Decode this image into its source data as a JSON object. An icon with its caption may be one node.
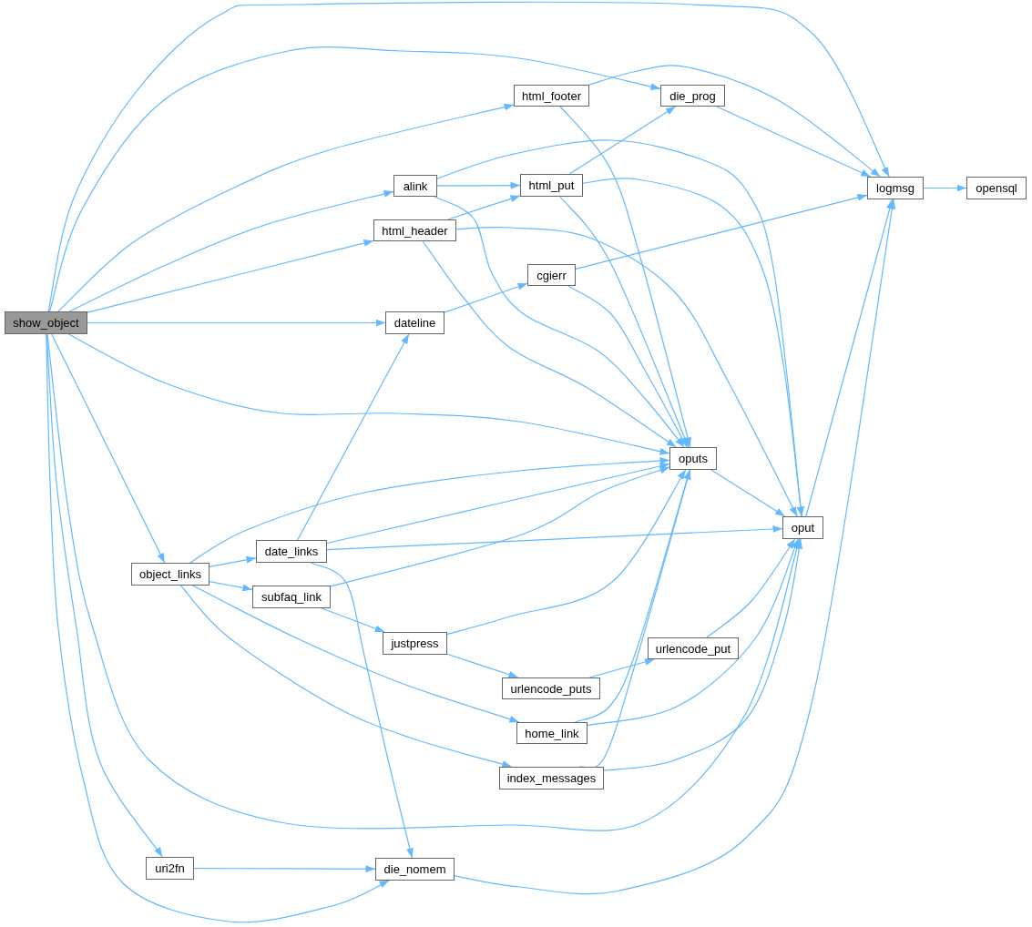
{
  "diagram": {
    "nodes": [
      {
        "text": [
          "show_object"
        ]
      },
      {
        "text": [
          "html_footer"
        ]
      },
      {
        "text": [
          "die_prog"
        ]
      },
      {
        "text": [
          "alink"
        ]
      },
      {
        "text": [
          "html_put"
        ]
      },
      {
        "text": [
          "logmsg"
        ]
      },
      {
        "text": [
          "opensql"
        ]
      },
      {
        "text": [
          "html_header"
        ]
      },
      {
        "text": [
          "cgierr"
        ]
      },
      {
        "text": [
          "dateline"
        ]
      },
      {
        "text": [
          "oputs"
        ]
      },
      {
        "text": [
          "oput"
        ]
      },
      {
        "text": [
          "date_links"
        ]
      },
      {
        "text": [
          "object_links"
        ]
      },
      {
        "text": [
          "subfaq_link"
        ]
      },
      {
        "text": [
          "justpress"
        ]
      },
      {
        "text": [
          "urlencode_put"
        ]
      },
      {
        "text": [
          "urlencode_puts"
        ]
      },
      {
        "text": [
          "home_link"
        ]
      },
      {
        "text": [
          "index_messages"
        ]
      },
      {
        "text": [
          "uri2fn"
        ]
      },
      {
        "text": [
          "die_nomem"
        ]
      }
    ],
    "edges": [
      {
        "from": 0,
        "to": 5,
        "arrow": "to"
      },
      {
        "from": 0,
        "to": 2,
        "arrow": "to"
      },
      {
        "from": 0,
        "to": 1,
        "arrow": "to"
      },
      {
        "from": 0,
        "to": 3,
        "arrow": "to"
      },
      {
        "from": 0,
        "to": 7,
        "arrow": "to"
      },
      {
        "from": 0,
        "to": 9,
        "arrow": "to"
      },
      {
        "from": 0,
        "to": 10,
        "arrow": "to"
      },
      {
        "from": 0,
        "to": 13,
        "arrow": "to"
      },
      {
        "from": 0,
        "to": 11,
        "arrow": "to"
      },
      {
        "from": 0,
        "to": 20,
        "arrow": "to"
      },
      {
        "from": 0,
        "to": 21,
        "arrow": "to"
      },
      {
        "from": 1,
        "to": 5,
        "arrow": "to"
      },
      {
        "from": 1,
        "to": 10,
        "arrow": "to"
      },
      {
        "from": 2,
        "to": 5,
        "arrow": "to"
      },
      {
        "from": 3,
        "to": 11,
        "arrow": "to"
      },
      {
        "from": 3,
        "to": 4,
        "arrow": "to"
      },
      {
        "from": 3,
        "to": 10,
        "arrow": "to"
      },
      {
        "from": 4,
        "to": 2,
        "arrow": "to"
      },
      {
        "from": 4,
        "to": 11,
        "arrow": "to"
      },
      {
        "from": 4,
        "to": 10,
        "arrow": "to"
      },
      {
        "from": 7,
        "to": 4,
        "arrow": "to"
      },
      {
        "from": 7,
        "to": 11,
        "arrow": "to"
      },
      {
        "from": 7,
        "to": 10,
        "arrow": "to"
      },
      {
        "from": 8,
        "to": 5,
        "arrow": "to"
      },
      {
        "from": 8,
        "to": 10,
        "arrow": "to"
      },
      {
        "from": 9,
        "to": 8,
        "arrow": "to"
      },
      {
        "from": 10,
        "to": 11,
        "arrow": "to"
      },
      {
        "from": 11,
        "to": 5,
        "arrow": "to"
      },
      {
        "from": 5,
        "to": 6,
        "arrow": "to"
      },
      {
        "from": 13,
        "to": 10,
        "arrow": "to"
      },
      {
        "from": 13,
        "to": 12,
        "arrow": "to"
      },
      {
        "from": 13,
        "to": 14,
        "arrow": "to"
      },
      {
        "from": 13,
        "to": 18,
        "arrow": "to"
      },
      {
        "from": 13,
        "to": 19,
        "arrow": "to"
      },
      {
        "from": 12,
        "to": 9,
        "arrow": "to"
      },
      {
        "from": 12,
        "to": 10,
        "arrow": "to"
      },
      {
        "from": 12,
        "to": 11,
        "arrow": "to"
      },
      {
        "from": 12,
        "to": 21,
        "arrow": "to"
      },
      {
        "from": 14,
        "to": 10,
        "arrow": "to"
      },
      {
        "from": 14,
        "to": 15,
        "arrow": "to"
      },
      {
        "from": 15,
        "to": 10,
        "arrow": "to"
      },
      {
        "from": 15,
        "to": 17,
        "arrow": "to"
      },
      {
        "from": 17,
        "to": 16,
        "arrow": "to"
      },
      {
        "from": 16,
        "to": 11,
        "arrow": "to"
      },
      {
        "from": 18,
        "to": 10,
        "arrow": "to"
      },
      {
        "from": 18,
        "to": 11,
        "arrow": "to"
      },
      {
        "from": 19,
        "to": 10,
        "arrow": "to"
      },
      {
        "from": 19,
        "to": 11,
        "arrow": "to"
      },
      {
        "from": 20,
        "to": 21,
        "arrow": "to"
      },
      {
        "from": 21,
        "to": 5,
        "arrow": "to"
      }
    ]
  }
}
